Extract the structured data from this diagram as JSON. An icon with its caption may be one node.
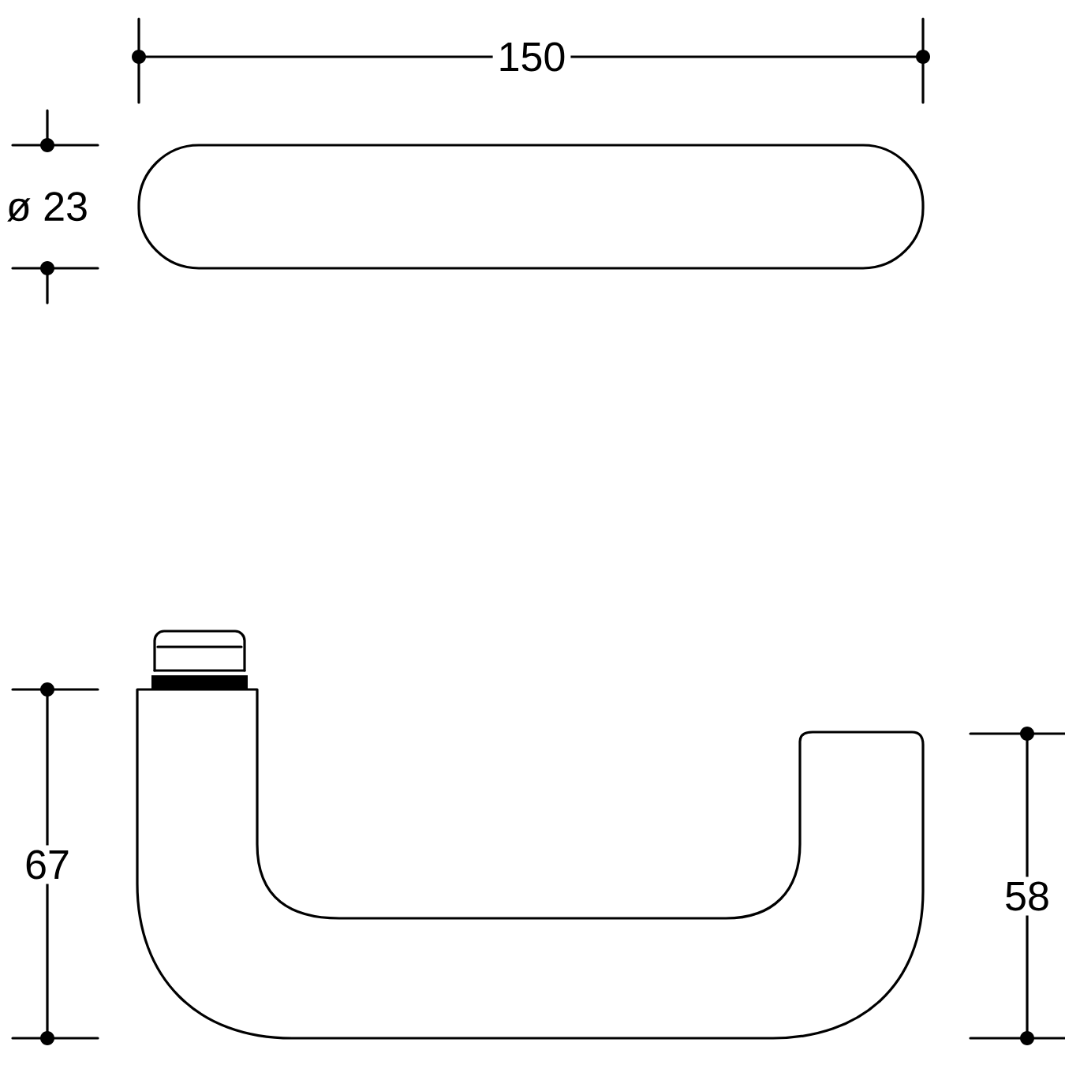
{
  "diagram": {
    "labels": [
      "150",
      "ø 23",
      "67",
      "58"
    ]
  }
}
